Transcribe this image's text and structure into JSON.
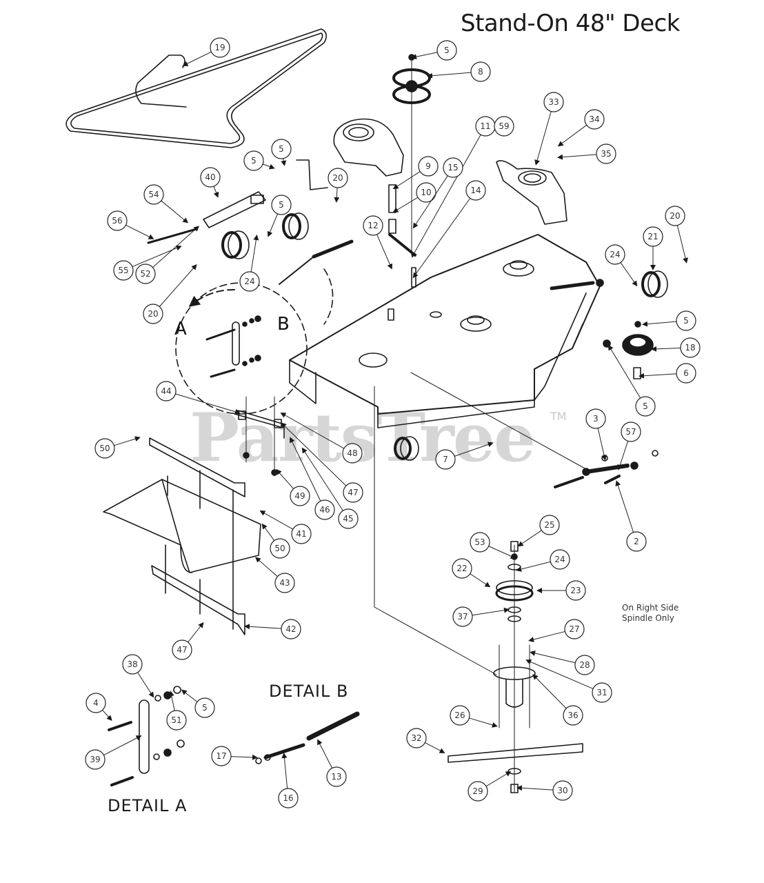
{
  "title": "Stand-On 48\" Deck",
  "watermark": "PartsTree",
  "watermark_tm": "TM",
  "detail_a_label": "DETAIL  A",
  "detail_b_label": "DETAIL  B",
  "zone_a": "A",
  "zone_b": "B",
  "note": {
    "line1": "On Right Side",
    "line2": "Spindle Only"
  },
  "callouts": [
    {
      "id": "c19",
      "num": "19",
      "part": "deck-belt"
    },
    {
      "id": "c5a",
      "num": "5",
      "part": "nut-idler-top"
    },
    {
      "id": "c8",
      "num": "8",
      "part": "idler-pulley"
    },
    {
      "id": "c33",
      "num": "33",
      "part": "belt-cover-right"
    },
    {
      "id": "c34",
      "num": "34",
      "part": "bolt"
    },
    {
      "id": "c35",
      "num": "35",
      "part": "washer"
    },
    {
      "id": "c11",
      "num": "11",
      "part": "idler-arm"
    },
    {
      "id": "c59",
      "num": "59",
      "part": "idler-arm-assembly"
    },
    {
      "id": "c9",
      "num": "9",
      "part": "bolt"
    },
    {
      "id": "c10",
      "num": "10",
      "part": "washer"
    },
    {
      "id": "c15",
      "num": "15",
      "part": "bushing"
    },
    {
      "id": "c14",
      "num": "14",
      "part": "pivot-pin"
    },
    {
      "id": "c12",
      "num": "12",
      "part": "spacer"
    },
    {
      "id": "c20a",
      "num": "20",
      "part": "bolt"
    },
    {
      "id": "c5b",
      "num": "5",
      "part": "nut"
    },
    {
      "id": "c5c",
      "num": "5",
      "part": "nut"
    },
    {
      "id": "c5d",
      "num": "5",
      "part": "nut"
    },
    {
      "id": "c40",
      "num": "40",
      "part": "bracket"
    },
    {
      "id": "c54",
      "num": "54",
      "part": "spacer"
    },
    {
      "id": "c56",
      "num": "56",
      "part": "bolt"
    },
    {
      "id": "c55",
      "num": "55",
      "part": "pin"
    },
    {
      "id": "c52",
      "num": "52",
      "part": "nut"
    },
    {
      "id": "c24a",
      "num": "24",
      "part": "washer"
    },
    {
      "id": "c20b",
      "num": "20",
      "part": "bolt"
    },
    {
      "id": "c20c",
      "num": "20",
      "part": "bolt"
    },
    {
      "id": "c21",
      "num": "21",
      "part": "anti-scalp-wheel"
    },
    {
      "id": "c24b",
      "num": "24",
      "part": "washer"
    },
    {
      "id": "c5e",
      "num": "5",
      "part": "nut"
    },
    {
      "id": "c18",
      "num": "18",
      "part": "pulley"
    },
    {
      "id": "c6",
      "num": "6",
      "part": "spacer"
    },
    {
      "id": "c5f",
      "num": "5",
      "part": "nut"
    },
    {
      "id": "c3",
      "num": "3",
      "part": "nut"
    },
    {
      "id": "c57",
      "num": "57",
      "part": "link"
    },
    {
      "id": "c2",
      "num": "2",
      "part": "bolt"
    },
    {
      "id": "c7",
      "num": "7",
      "part": "pin"
    },
    {
      "id": "c44",
      "num": "44",
      "part": "bracket"
    },
    {
      "id": "c48",
      "num": "48",
      "part": "bolt"
    },
    {
      "id": "c50a",
      "num": "50",
      "part": "bolt"
    },
    {
      "id": "c49",
      "num": "49",
      "part": "nut"
    },
    {
      "id": "c47a",
      "num": "47",
      "part": "nut"
    },
    {
      "id": "c46",
      "num": "46",
      "part": "washer"
    },
    {
      "id": "c45",
      "num": "45",
      "part": "bolt"
    },
    {
      "id": "c41",
      "num": "41",
      "part": "bracket"
    },
    {
      "id": "c50b",
      "num": "50",
      "part": "bolt"
    },
    {
      "id": "c43",
      "num": "43",
      "part": "foot-platform"
    },
    {
      "id": "c42",
      "num": "42",
      "part": "bracket"
    },
    {
      "id": "c47b",
      "num": "47",
      "part": "nut"
    },
    {
      "id": "c25",
      "num": "25",
      "part": "bolt"
    },
    {
      "id": "c53",
      "num": "53",
      "part": "washer"
    },
    {
      "id": "c24c",
      "num": "24",
      "part": "washer"
    },
    {
      "id": "c22",
      "num": "22",
      "part": "fitting"
    },
    {
      "id": "c23",
      "num": "23",
      "part": "spindle-pulley"
    },
    {
      "id": "c37",
      "num": "37",
      "part": "spacer"
    },
    {
      "id": "c27",
      "num": "27",
      "part": "nut"
    },
    {
      "id": "c28",
      "num": "28",
      "part": "washer"
    },
    {
      "id": "c31",
      "num": "31",
      "part": "key"
    },
    {
      "id": "c36",
      "num": "36",
      "part": "spindle-assembly"
    },
    {
      "id": "c26",
      "num": "26",
      "part": "bolt"
    },
    {
      "id": "c32",
      "num": "32",
      "part": "blade"
    },
    {
      "id": "c29",
      "num": "29",
      "part": "washer"
    },
    {
      "id": "c30",
      "num": "30",
      "part": "bolt"
    },
    {
      "id": "c38",
      "num": "38",
      "part": "washer"
    },
    {
      "id": "c4",
      "num": "4",
      "part": "bolt"
    },
    {
      "id": "c51",
      "num": "51",
      "part": "nut"
    },
    {
      "id": "c5g",
      "num": "5",
      "part": "nut"
    },
    {
      "id": "c39",
      "num": "39",
      "part": "link"
    },
    {
      "id": "c17",
      "num": "17",
      "part": "nut"
    },
    {
      "id": "c16",
      "num": "16",
      "part": "eyebolt"
    },
    {
      "id": "c13",
      "num": "13",
      "part": "spring"
    }
  ]
}
